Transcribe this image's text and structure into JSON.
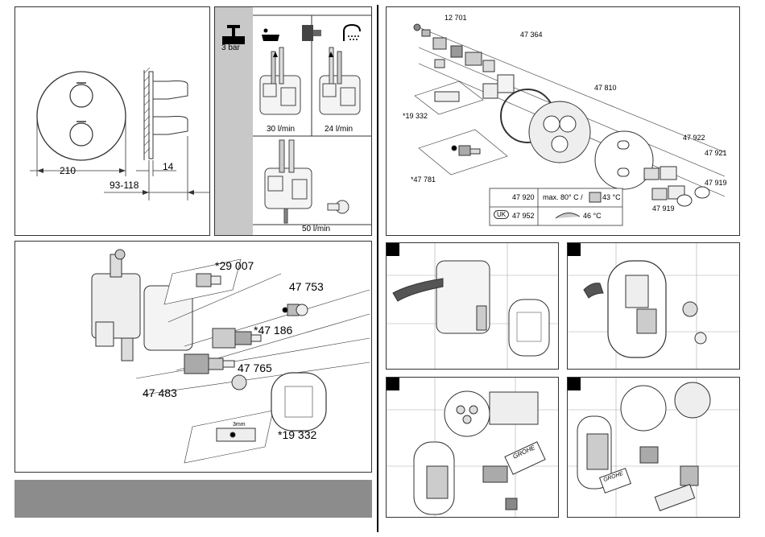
{
  "dimensions": {
    "width": "210",
    "depth": "93-118",
    "offset": "14"
  },
  "flow": {
    "pressure": "3 bar",
    "bath_rate": "30 l/min",
    "shower_rate": "24 l/min",
    "max_rate": "50 l/min"
  },
  "spares_left": {
    "p1": "*29 007",
    "p2": "47 753",
    "p3": "*47 186",
    "p4": "47 765",
    "p5": "47 483",
    "p6": "*19 332",
    "tool_label": "3mm"
  },
  "spares_right": {
    "p1": "12 701",
    "p2": "47 364",
    "p3": "47 810",
    "p4": "*19 332",
    "p5": "*47 781",
    "p6": "47 922",
    "p7": "47 921",
    "p8": "47 919",
    "p9": "47 919",
    "table": [
      {
        "badge": "",
        "code": "47 920",
        "desc": "max. 80° C /",
        "temp": "43 °C"
      },
      {
        "badge": "UK",
        "code": "47 952",
        "desc": "",
        "temp": "46 °C"
      }
    ]
  },
  "brand": {
    "logo_text": "GROHE"
  },
  "colors": {
    "gray_panel": "#c8c8c8",
    "gray_bar": "#8c8c8c",
    "handle": "#555555"
  }
}
